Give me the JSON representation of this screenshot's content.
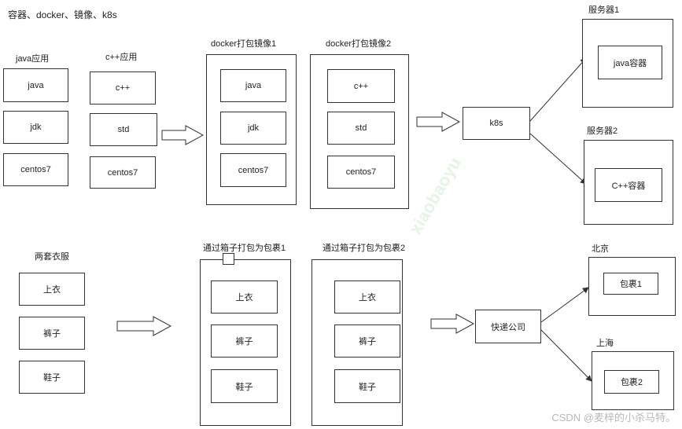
{
  "heading": "容器、docker、镜像、k8s",
  "top": {
    "java_app": {
      "title": "java应用",
      "items": [
        "java",
        "jdk",
        "centos7"
      ]
    },
    "cpp_app": {
      "title": "c++应用",
      "items": [
        "c++",
        "std",
        "centos7"
      ]
    },
    "image1": {
      "title": "docker打包镜像1",
      "items": [
        "java",
        "jdk",
        "centos7"
      ]
    },
    "image2": {
      "title": "docker打包镜像2",
      "items": [
        "c++",
        "std",
        "centos7"
      ]
    },
    "k8s": "k8s",
    "server1": {
      "title": "服务器1",
      "item": "java容器"
    },
    "server2": {
      "title": "服务器2",
      "item": "C++容器"
    }
  },
  "bottom": {
    "clothes": {
      "title": "两套衣服",
      "items": [
        "上衣",
        "裤子",
        "鞋子"
      ]
    },
    "package1": {
      "title": "通过箱子打包为包裹1",
      "items": [
        "上衣",
        "裤子",
        "鞋子"
      ]
    },
    "package2": {
      "title": "通过箱子打包为包裹2",
      "items": [
        "上衣",
        "裤子",
        "鞋子"
      ]
    },
    "courier": "快递公司",
    "beijing": {
      "title": "北京",
      "item": "包裹1"
    },
    "shanghai": {
      "title": "上海",
      "item": "包裹2"
    }
  },
  "watermark": "CSDN @麦梓的小杀马特。",
  "faint_watermark": "xiaobaoyu"
}
